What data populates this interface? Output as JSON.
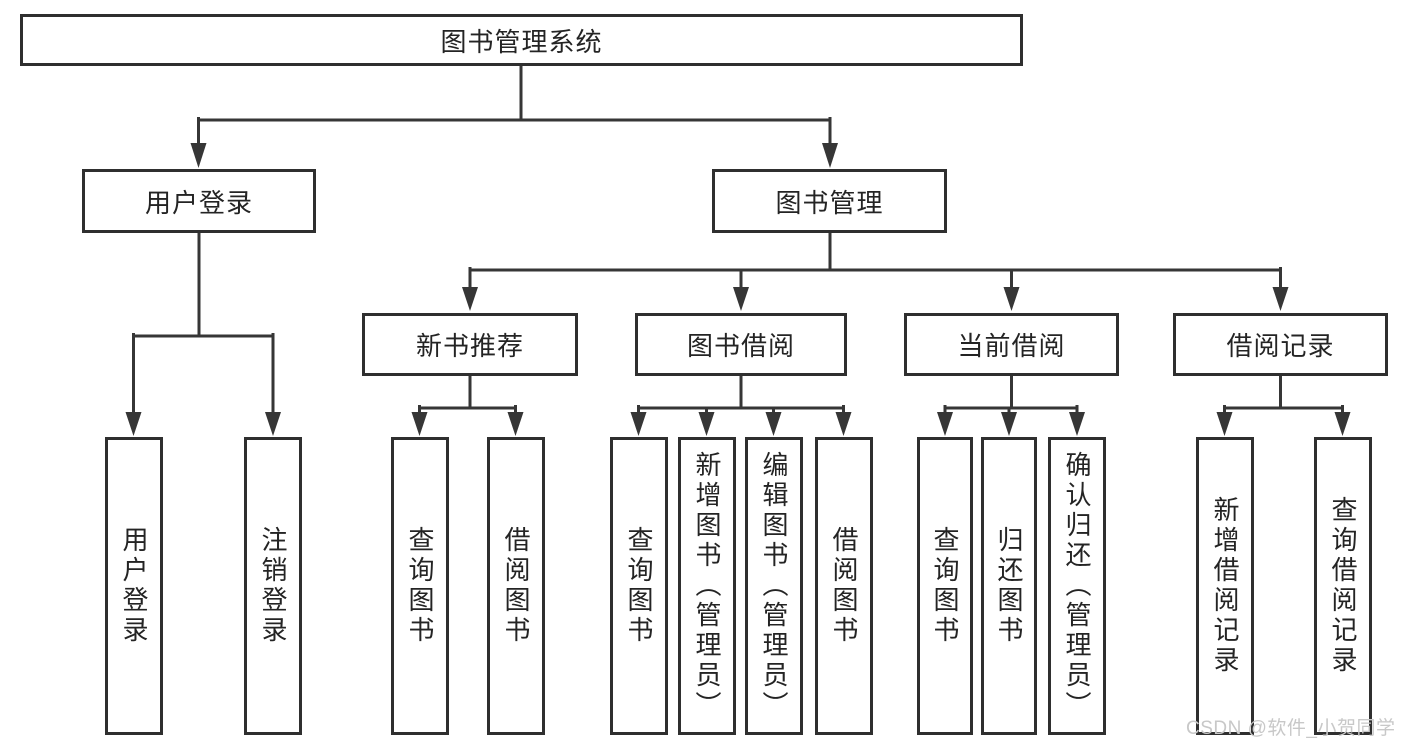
{
  "watermark": "CSDN @软件_小贺同学",
  "colors": {
    "line": "#363636",
    "box_border": "#2f2f2f",
    "text": "#242424",
    "watermark": "#c8c8c8",
    "background": "#ffffff"
  },
  "tree": {
    "label": "图书管理系统",
    "children": [
      {
        "label": "用户登录",
        "children": [
          {
            "label": "用户登录"
          },
          {
            "label": "注销登录"
          }
        ]
      },
      {
        "label": "图书管理",
        "children": [
          {
            "label": "新书推荐",
            "children": [
              {
                "label": "查询图书"
              },
              {
                "label": "借阅图书"
              }
            ]
          },
          {
            "label": "图书借阅",
            "children": [
              {
                "label": "查询图书"
              },
              {
                "label": "新增图书（管理员）"
              },
              {
                "label": "编辑图书（管理员）"
              },
              {
                "label": "借阅图书"
              }
            ]
          },
          {
            "label": "当前借阅",
            "children": [
              {
                "label": "查询图书"
              },
              {
                "label": "归还图书"
              },
              {
                "label": "确认归还（管理员）"
              }
            ]
          },
          {
            "label": "借阅记录",
            "children": [
              {
                "label": "新增借阅记录"
              },
              {
                "label": "查询借阅记录"
              }
            ]
          }
        ]
      }
    ]
  }
}
